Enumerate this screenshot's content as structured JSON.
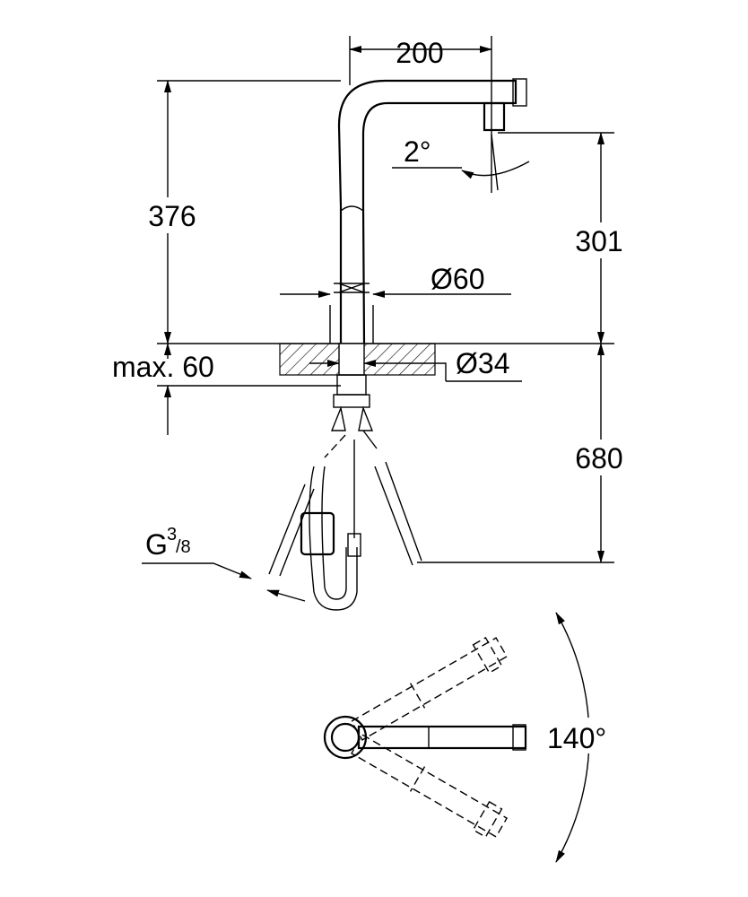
{
  "dimensions": {
    "spout_reach": "200",
    "total_height": "376",
    "spout_height": "301",
    "hose_length": "680",
    "body_diameter": "Ø60",
    "hole_diameter": "Ø34",
    "max_thickness": "max. 60",
    "tilt_angle": "2°",
    "thread_G": "G",
    "thread_num": "3",
    "thread_den": "/8",
    "swivel_angle": "140°"
  }
}
